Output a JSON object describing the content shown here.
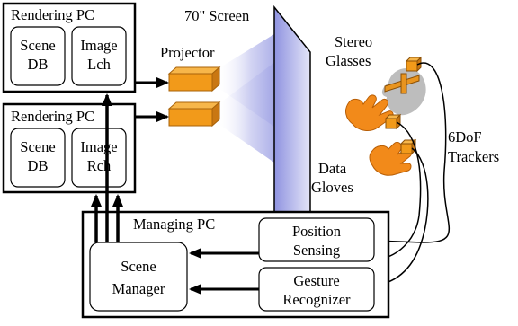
{
  "rendering_pc_top": {
    "title": "Rendering PC",
    "scene_db": [
      "Scene",
      "DB"
    ],
    "image_ch": [
      "Image",
      "Lch"
    ]
  },
  "rendering_pc_bottom": {
    "title": "Rendering PC",
    "scene_db": [
      "Scene",
      "DB"
    ],
    "image_ch": [
      "Image",
      "Rch"
    ]
  },
  "screen_label": "70\" Screen",
  "projector_label": "Projector",
  "stereo_glasses_label": [
    "Stereo",
    "Glasses"
  ],
  "data_gloves_label": [
    "Data",
    "Gloves"
  ],
  "trackers_label": [
    "6DoF",
    "Trackers"
  ],
  "managing_pc": {
    "title": "Managing PC",
    "position_sensing": [
      "Position",
      "Sensing"
    ],
    "gesture_recognizer": [
      "Gesture",
      "Recognizer"
    ],
    "scene_manager": [
      "Scene",
      "Manager"
    ]
  },
  "colors": {
    "projector": "#f29a1a",
    "projector_edge": "#a8630a",
    "glove": "#f28a1a",
    "beam": "#9fa3e6",
    "screen_fill": "#b3b5e8",
    "glasses": "#bdbdbd",
    "line": "#000000"
  }
}
